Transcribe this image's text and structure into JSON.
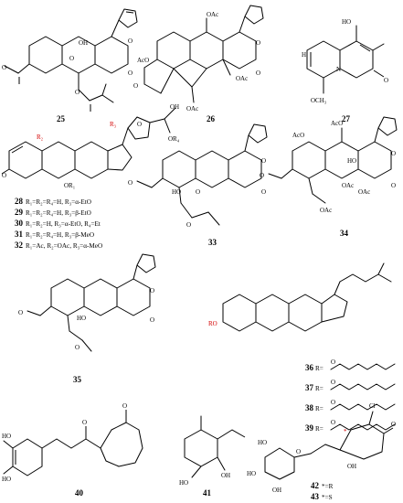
{
  "compounds": {
    "c25": "25",
    "c26": "26",
    "c27": "27",
    "c28": "28",
    "c29": "29",
    "c30": "30",
    "c31": "31",
    "c32": "32",
    "c33": "33",
    "c34": "34",
    "c35": "35",
    "c36": "36",
    "c37": "37",
    "c38": "38",
    "c39": "39",
    "c40": "40",
    "c41": "41",
    "c42": "42",
    "c43": "43"
  },
  "substituents": {
    "s28": "R₁=R₂=R₄=H, R₃=α-EtO",
    "s29": "R₁=R₂=R₄=H, R₃=β-EtO",
    "s30": "R₁=R₂=H, R₃=α-EtO, R₄=Et",
    "s31": "R₁=R₂=R₄=H, R₃=β-MeO",
    "s32": "R₁=Ac, R₂=OAc, R₃=α-MeO",
    "s42": "*=R",
    "s43": "*=S"
  },
  "atoms": {
    "oh": "OH",
    "o": "O",
    "h": "H",
    "n": "N",
    "oac": "OAc",
    "aco": "AcO",
    "ac": "Ac",
    "och3": "OCH₃",
    "ho": "HO",
    "cl": "Cl",
    "or4": "OR₄",
    "or1": "OR₁",
    "r1": "R₁",
    "r2": "R₂",
    "r3": "R₃",
    "ro": "RO",
    "req": "R=",
    "star": "*"
  }
}
